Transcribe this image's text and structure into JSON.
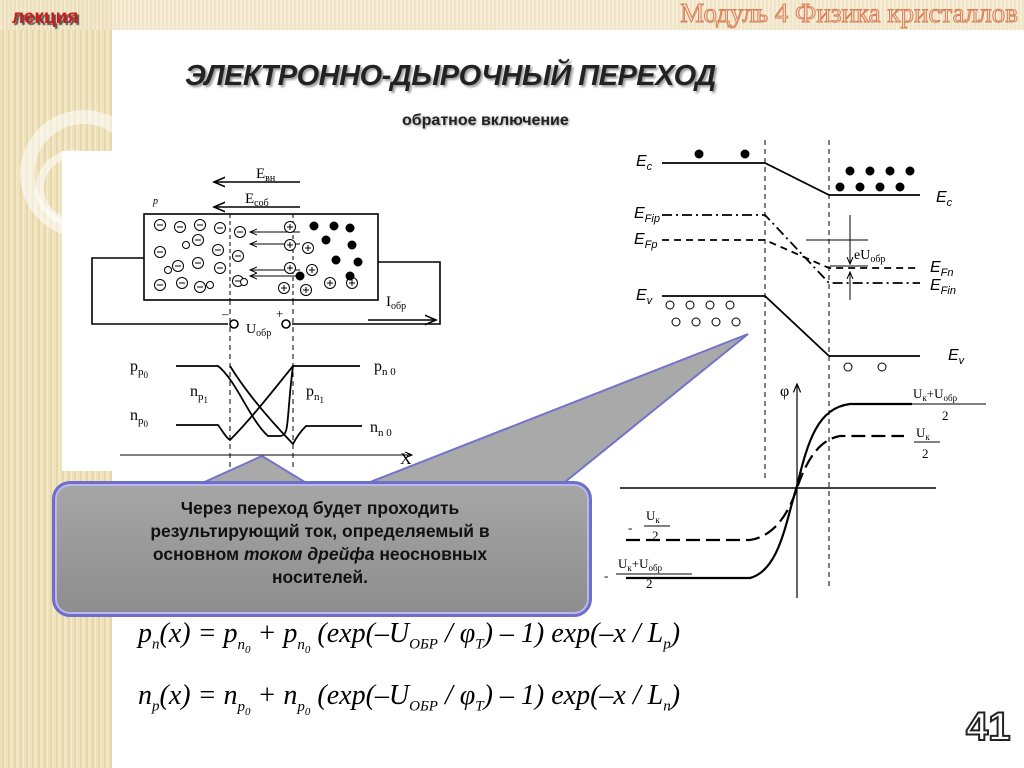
{
  "header": {
    "lecture_tag": "лекция",
    "module_title": "Модуль 4 Физика кристаллов",
    "title": "ЭЛЕКТРОННО-ДЫРОЧНЫЙ ПЕРЕХОД",
    "subtitle": "обратное включение"
  },
  "colors": {
    "accent_red": "#cc1b1b",
    "callout_border": "#6f6fc8",
    "callout_fill": "#9a9a9a"
  },
  "junction_diagram": {
    "field_ext": "E",
    "field_ext_sub": "вн",
    "field_int": "E",
    "field_int_sub": "соб",
    "p_label": "p",
    "current": "I",
    "current_sub": "обр",
    "voltage": "U",
    "voltage_sub": "обр",
    "minus": "–",
    "plus": "+"
  },
  "concentration_plot": {
    "pp0": "p",
    "pp0_sub": "p",
    "pp0_sub2": "0",
    "pn0": "p",
    "pn0_sub": "n 0",
    "np1": "n",
    "np1_sub": "p",
    "np1_sub2": "1",
    "pn1": "p",
    "pn1_sub": "n",
    "pn1_sub2": "1",
    "np0": "n",
    "np0_sub": "p",
    "np0_sub2": "0",
    "nn0": "n",
    "nn0_sub": "n 0",
    "x_axis": "X"
  },
  "band_diagram": {
    "ec_left": "E",
    "ec_left_sub": "c",
    "ec_right": "E",
    "ec_right_sub": "c",
    "efip": "E",
    "efip_sub": "Fip",
    "efp": "E",
    "efp_sub": "Fp",
    "efn": "E",
    "efn_sub": "Fn",
    "efin": "E",
    "efin_sub": "Fin",
    "ev_left": "E",
    "ev_left_sub": "v",
    "ev_right": "E",
    "ev_right_sub": "v",
    "euobr": "eU",
    "euobr_sub": "обр"
  },
  "potential_plot": {
    "phi": "φ",
    "uk_uobr_num": "U",
    "uk_uobr_num_sub1": "к",
    "uk_uobr_num_mid": "+U",
    "uk_uobr_num_sub2": "обр",
    "two": "2",
    "uk_num": "U",
    "uk_sub": "к",
    "minus": "-"
  },
  "callout": {
    "line1": "Через переход будет проходить",
    "line2": "результирующий ток, определяемый в",
    "line3_pre": "основном ",
    "line3_em": "током дрейфа",
    "line3_post": " неосновных",
    "line4": "носителей."
  },
  "formulas": {
    "pn": "p",
    "pn_sub": "n",
    "pn_rest": "(x) = p",
    "pn_sub2": "n",
    "pn_sub3": "0",
    "pn_plus": " + p",
    "pn_exp": " (exp(–U",
    "obr": "ОБР",
    "slash_phi": " / φ",
    "t_sub": "T",
    "tail_p": ") – 1) exp(–x / L",
    "lp_sub": "p",
    "close": ")",
    "np": "n",
    "np_sub": "p",
    "np_rest": "(x) = n",
    "np_sub2": "p",
    "np_sub3": "0",
    "np_plus": " + n",
    "tail_n": ") – 1) exp(–x / L",
    "ln_sub": "n"
  },
  "page_number": "41"
}
